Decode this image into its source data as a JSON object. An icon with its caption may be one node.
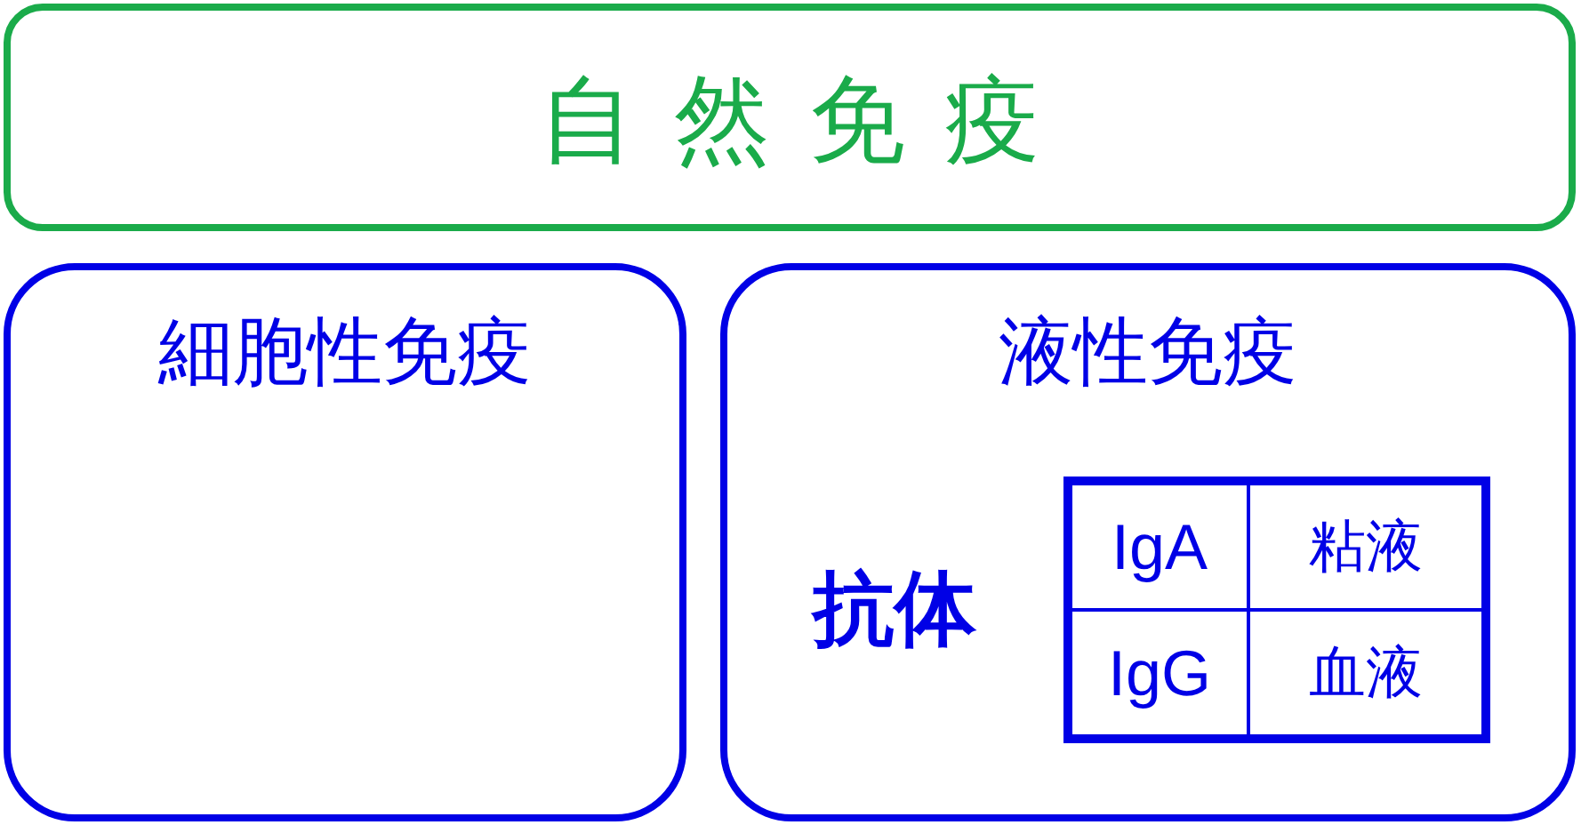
{
  "diagram": {
    "nodes": [
      {
        "text": [
          "自然免疫"
        ]
      },
      {
        "text": [
          "細胞性免疫"
        ]
      },
      {
        "text": [
          "液性免疫",
          "抗体"
        ]
      },
      {
        "text": [
          "IgA",
          "粘液",
          "IgG",
          "血液"
        ],
        "in": 2
      }
    ]
  }
}
